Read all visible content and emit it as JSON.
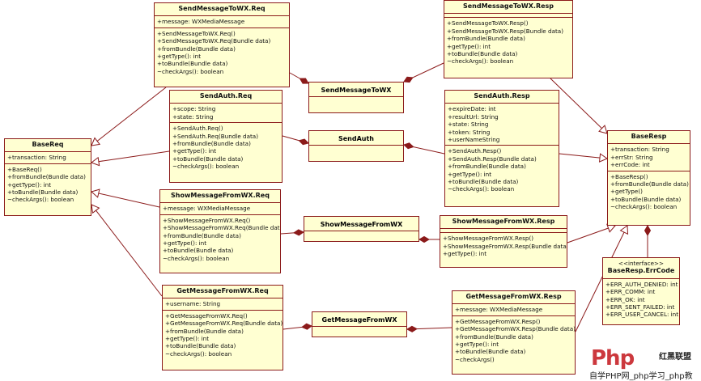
{
  "colors": {
    "box_fill": "#ffffd2",
    "border": "#8b1a1a",
    "line": "#8b1a1a",
    "watermark_red": "#c4161c"
  },
  "classes": {
    "base_req": {
      "name": "BaseReq",
      "attributes": [
        "+transaction: String"
      ],
      "methods": [
        "+BaseReq()",
        "+fromBundle(Bundle data)",
        "+getType(): int",
        "+toBundle(Bundle data)",
        "~checkArgs(): boolean"
      ]
    },
    "send_msg_req": {
      "name": "SendMessageToWX.Req",
      "attributes": [
        "+message: WXMediaMessage"
      ],
      "methods": [
        "+SendMessageToWX.Req()",
        "+SendMessageToWX.Req(Bundle data)",
        "+fromBundle(Bundle data)",
        "+getType(): int",
        "+toBundle(Bundle data)",
        "~checkArgs(): boolean"
      ]
    },
    "send_auth_req": {
      "name": "SendAuth.Req",
      "attributes": [
        "+scope: String",
        "+state: String"
      ],
      "methods": [
        "+SendAuth.Req()",
        "+SendAuth.Req(Bundle data)",
        "+fromBundle(Bundle data)",
        "+getType(): int",
        "+toBundle(Bundle data)",
        "~checkArgs(): boolean"
      ]
    },
    "show_msg_req": {
      "name": "ShowMessageFromWX.Req",
      "attributes": [
        "+message: WXMediaMessage"
      ],
      "methods": [
        "+ShowMessageFromWX.Req()",
        "+ShowMessageFromWX.Req(Bundle data)",
        "+fromBundle(Bundle data)",
        "+getType(): int",
        "+toBundle(Bundle data)",
        "~checkArgs(): boolean"
      ]
    },
    "get_msg_req": {
      "name": "GetMessageFromWX.Req",
      "attributes": [
        "+username: String"
      ],
      "methods": [
        "+GetMessageFromWX.Req()",
        "+GetMessageFromWX.Req(Bundle data)",
        "+fromBundle(Bundle data)",
        "+getType(): int",
        "+toBundle(Bundle data)",
        "~checkArgs(): boolean"
      ]
    },
    "send_msg_resp": {
      "name": "SendMessageToWX.Resp",
      "attributes": [],
      "methods": [
        "+SendMessageToWX.Resp()",
        "+SendMessageToWX.Resp(Bundle data)",
        "+fromBundle(Bundle data)",
        "+getType(): int",
        "+toBundle(Bundle data)",
        "~checkArgs(): boolean"
      ]
    },
    "send_auth_resp": {
      "name": "SendAuth.Resp",
      "attributes": [
        "+expireDate: int",
        "+resultUrl: String",
        "+state: String",
        "+token: String",
        "+userNameString"
      ],
      "methods": [
        "+SendAuth.Resp()",
        "+SendAuth.Resp(Bundle data)",
        "+fromBundle(Bundle data)",
        "+getType(): int",
        "+toBundle(Bundle data)",
        "~checkArgs(): boolean"
      ]
    },
    "show_msg_resp": {
      "name": "ShowMessageFromWX.Resp",
      "attributes": [],
      "methods": [
        "+ShowMessageFromWX.Resp()",
        "+ShowMessageFromWX.Resp(Bundle data)",
        "+getType(): int"
      ]
    },
    "get_msg_resp": {
      "name": "GetMessageFromWX.Resp",
      "attributes": [
        "+message: WXMediaMessage"
      ],
      "methods": [
        "+GetMessageFromWX.Resp()",
        "+GetMessageFromWX.Resp(Bundle data)",
        "+fromBundle(Bundle data)",
        "+getType(): int",
        "+toBundle(Bundle data)",
        "~checkArgs()"
      ]
    },
    "base_resp": {
      "name": "BaseResp",
      "attributes": [
        "+transaction: String",
        "+errStr: String",
        "+errCode: int"
      ],
      "methods": [
        "+BaseResp()",
        "+fromBundle(Bundle data)",
        "+getType()",
        "+toBundle(Bundle data)",
        "~checkArgs(): boolean"
      ]
    },
    "err_code": {
      "stereotype": "<<interface>>",
      "name": "BaseResp.ErrCode",
      "attributes": [],
      "methods": [
        "+ERR_AUTH_DENIED: int",
        "+ERR_COMM: int",
        "+ERR_OK: int",
        "+ERR_SENT_FAILED: int",
        "+ERR_USER_CANCEL: int"
      ]
    }
  },
  "outer_classes": {
    "send_msg": {
      "name": "SendMessageToWX"
    },
    "send_auth": {
      "name": "SendAuth"
    },
    "show_msg": {
      "name": "ShowMessageFromWX"
    },
    "get_msg": {
      "name": "GetMessageFromWX"
    }
  },
  "watermark": {
    "logo": "Php",
    "brand": "红黑联盟",
    "site": "自学PHP网_php学习_php教"
  }
}
